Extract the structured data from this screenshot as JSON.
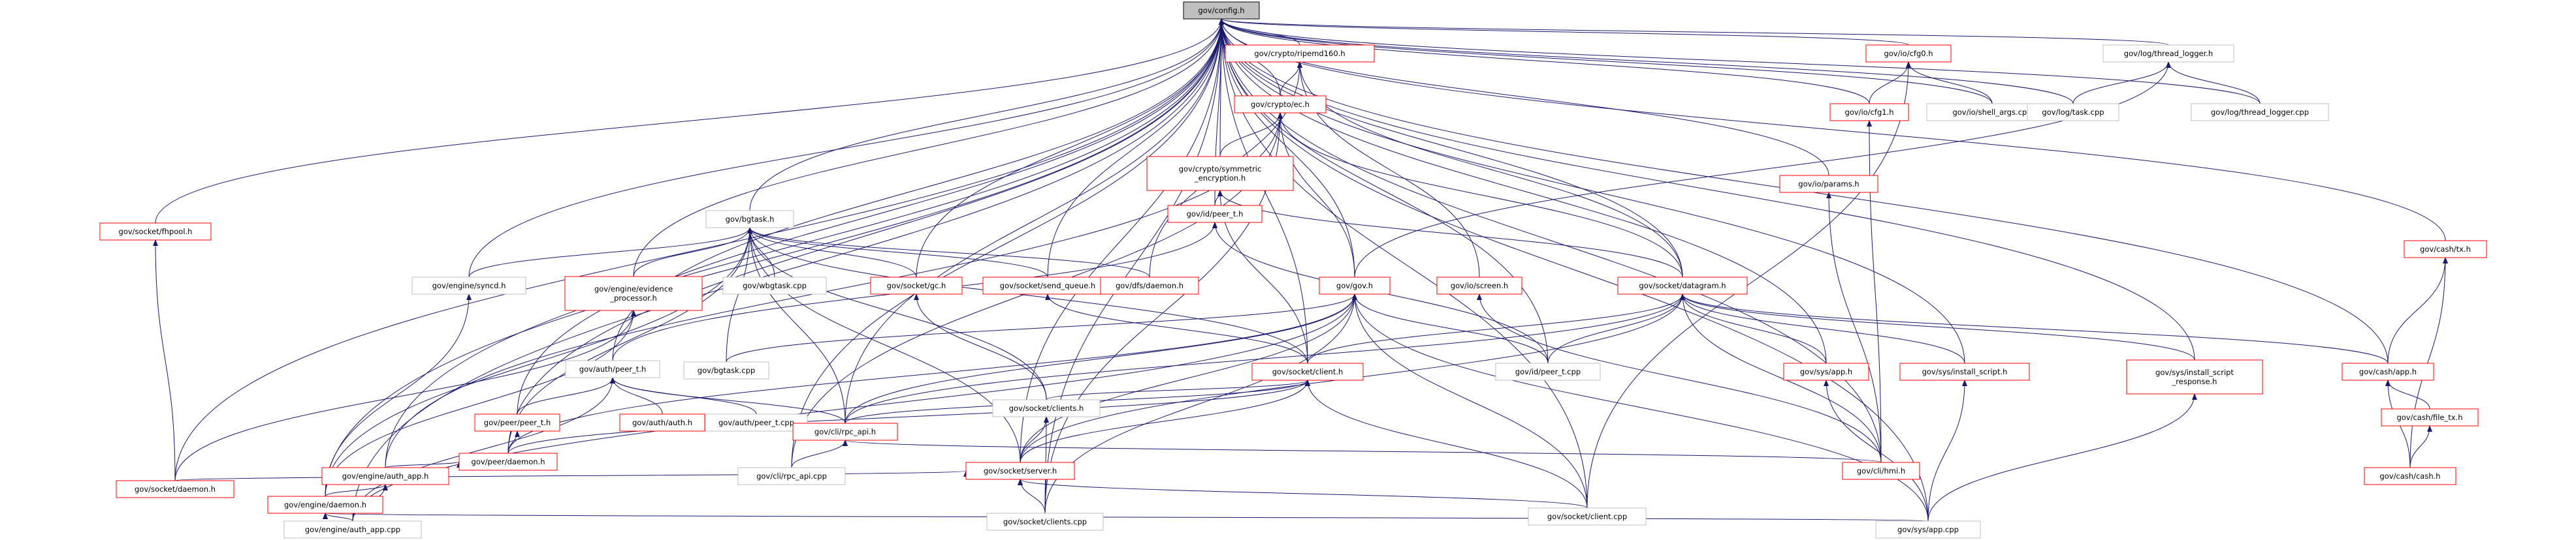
{
  "nodes": [
    {
      "id": "config",
      "lines": [
        "gov/config.h"
      ],
      "root": true
    },
    {
      "id": "ripemd",
      "lines": [
        "gov/crypto/ripemd160.h"
      ],
      "red": true
    },
    {
      "id": "iocfg0",
      "lines": [
        "gov/io/cfg0.h"
      ],
      "red": true
    },
    {
      "id": "thread_logger_h",
      "lines": [
        "gov/log/thread_logger.h"
      ]
    },
    {
      "id": "socket_fhpool",
      "lines": [
        "gov/socket/fhpool.h"
      ],
      "red": true
    },
    {
      "id": "crypto_ec",
      "lines": [
        "gov/crypto/ec.h"
      ],
      "red": true
    },
    {
      "id": "iocfg1",
      "lines": [
        "gov/io/cfg1.h"
      ],
      "red": true
    },
    {
      "id": "shell_args",
      "lines": [
        "gov/io/shell_args.cpp"
      ]
    },
    {
      "id": "logtask",
      "lines": [
        "gov/log/task.cpp"
      ]
    },
    {
      "id": "thread_logger_cpp",
      "lines": [
        "gov/log/thread_logger.cpp"
      ]
    },
    {
      "id": "bgtask_h",
      "lines": [
        "gov/bgtask.h"
      ]
    },
    {
      "id": "symmetric",
      "lines": [
        "gov/crypto/symmetric",
        "_encryption.h"
      ],
      "red": true
    },
    {
      "id": "io_params",
      "lines": [
        "gov/io/params.h"
      ],
      "red": true
    },
    {
      "id": "cash_tx",
      "lines": [
        "gov/cash/tx.h"
      ],
      "red": true
    },
    {
      "id": "engine_syncd",
      "lines": [
        "gov/engine/syncd.h"
      ]
    },
    {
      "id": "evidence",
      "lines": [
        "gov/engine/evidence",
        "_processor.h"
      ],
      "red": true
    },
    {
      "id": "wbgtask",
      "lines": [
        "gov/wbgtask.cpp"
      ]
    },
    {
      "id": "socket_gc",
      "lines": [
        "gov/socket/gc.h"
      ],
      "red": true
    },
    {
      "id": "send_queue",
      "lines": [
        "gov/socket/send_queue.h"
      ],
      "red": true
    },
    {
      "id": "dfs_daemon",
      "lines": [
        "gov/dfs/daemon.h"
      ],
      "red": true
    },
    {
      "id": "id_peer_t",
      "lines": [
        "gov/id/peer_t.h"
      ],
      "red": true
    },
    {
      "id": "gov_h",
      "lines": [
        "gov/gov.h"
      ],
      "red": true
    },
    {
      "id": "io_screen",
      "lines": [
        "gov/io/screen.h"
      ],
      "red": true
    },
    {
      "id": "datagram",
      "lines": [
        "gov/socket/datagram.h"
      ],
      "red": true
    },
    {
      "id": "bgtask_cpp",
      "lines": [
        "gov/bgtask.cpp"
      ]
    },
    {
      "id": "auth_peer_h",
      "lines": [
        "gov/auth/peer_t.h"
      ]
    },
    {
      "id": "socket_client_h",
      "lines": [
        "gov/socket/client.h"
      ],
      "red": true
    },
    {
      "id": "id_peer_cpp",
      "lines": [
        "gov/id/peer_t.cpp"
      ]
    },
    {
      "id": "sys_app_h",
      "lines": [
        "gov/sys/app.h"
      ],
      "red": true
    },
    {
      "id": "install_script",
      "lines": [
        "gov/sys/install_script.h"
      ],
      "red": true
    },
    {
      "id": "install_resp",
      "lines": [
        "gov/sys/install_script",
        "_response.h"
      ],
      "red": true
    },
    {
      "id": "cash_app_h",
      "lines": [
        "gov/cash/app.h"
      ],
      "red": true
    },
    {
      "id": "peer_peer",
      "lines": [
        "gov/peer/peer_t.h"
      ],
      "red": true
    },
    {
      "id": "auth_auth",
      "lines": [
        "gov/auth/auth.h"
      ],
      "red": true
    },
    {
      "id": "auth_peer_cpp",
      "lines": [
        "gov/auth/peer_t.cpp"
      ]
    },
    {
      "id": "rpc_api_h",
      "lines": [
        "gov/cli/rpc_api.h"
      ],
      "red": true
    },
    {
      "id": "socket_clients_h",
      "lines": [
        "gov/socket/clients.h"
      ]
    },
    {
      "id": "cash_file_tx",
      "lines": [
        "gov/cash/file_tx.h"
      ],
      "red": true
    },
    {
      "id": "peer_daemon",
      "lines": [
        "gov/peer/daemon.h"
      ],
      "red": true
    },
    {
      "id": "rpc_api_cpp",
      "lines": [
        "gov/cli/rpc_api.cpp"
      ]
    },
    {
      "id": "socket_server",
      "lines": [
        "gov/socket/server.h"
      ],
      "red": true
    },
    {
      "id": "cli_hmi",
      "lines": [
        "gov/cli/hmi.h"
      ],
      "red": true
    },
    {
      "id": "cash_cash",
      "lines": [
        "gov/cash/cash.h"
      ],
      "red": true
    },
    {
      "id": "socket_daemon",
      "lines": [
        "gov/socket/daemon.h"
      ],
      "red": true
    },
    {
      "id": "engine_auth_app",
      "lines": [
        "gov/engine/auth_app.h"
      ],
      "red": true
    },
    {
      "id": "socket_clients_cpp",
      "lines": [
        "gov/socket/clients.cpp"
      ]
    },
    {
      "id": "socket_client_cpp",
      "lines": [
        "gov/socket/client.cpp"
      ]
    },
    {
      "id": "engine_daemon",
      "lines": [
        "gov/engine/daemon.h"
      ],
      "red": true
    },
    {
      "id": "auth_app_cpp",
      "lines": [
        "gov/engine/auth_app.cpp"
      ]
    },
    {
      "id": "sys_app_cpp",
      "lines": [
        "gov/sys/app.cpp"
      ]
    }
  ],
  "edges": [
    [
      "ripemd",
      "config"
    ],
    [
      "iocfg0",
      "config"
    ],
    [
      "thread_logger_h",
      "config"
    ],
    [
      "socket_fhpool",
      "config"
    ],
    [
      "crypto_ec",
      "config"
    ],
    [
      "crypto_ec",
      "ripemd"
    ],
    [
      "iocfg1",
      "config"
    ],
    [
      "iocfg1",
      "iocfg0"
    ],
    [
      "shell_args",
      "config"
    ],
    [
      "shell_args",
      "iocfg0"
    ],
    [
      "logtask",
      "config"
    ],
    [
      "logtask",
      "thread_logger_h"
    ],
    [
      "thread_logger_cpp",
      "config"
    ],
    [
      "thread_logger_cpp",
      "thread_logger_h"
    ],
    [
      "bgtask_h",
      "config"
    ],
    [
      "symmetric",
      "config"
    ],
    [
      "symmetric",
      "crypto_ec"
    ],
    [
      "io_params",
      "config"
    ],
    [
      "cash_tx",
      "config"
    ],
    [
      "engine_syncd",
      "config"
    ],
    [
      "engine_syncd",
      "bgtask_h"
    ],
    [
      "evidence",
      "config"
    ],
    [
      "evidence",
      "bgtask_h"
    ],
    [
      "wbgtask",
      "bgtask_h"
    ],
    [
      "socket_gc",
      "config"
    ],
    [
      "socket_gc",
      "bgtask_h"
    ],
    [
      "send_queue",
      "config"
    ],
    [
      "send_queue",
      "bgtask_h"
    ],
    [
      "dfs_daemon",
      "bgtask_h"
    ],
    [
      "dfs_daemon",
      "ripemd"
    ],
    [
      "id_peer_t",
      "config"
    ],
    [
      "id_peer_t",
      "symmetric"
    ],
    [
      "gov_h",
      "config"
    ],
    [
      "gov_h",
      "thread_logger_h"
    ],
    [
      "gov_h",
      "crypto_ec"
    ],
    [
      "io_screen",
      "ripemd"
    ],
    [
      "datagram",
      "config"
    ],
    [
      "datagram",
      "ripemd"
    ],
    [
      "datagram",
      "crypto_ec"
    ],
    [
      "datagram",
      "symmetric"
    ],
    [
      "bgtask_cpp",
      "bgtask_h"
    ],
    [
      "bgtask_cpp",
      "gov_h"
    ],
    [
      "auth_peer_h",
      "config"
    ],
    [
      "auth_peer_h",
      "id_peer_t"
    ],
    [
      "socket_client_h",
      "config"
    ],
    [
      "socket_client_h",
      "bgtask_h"
    ],
    [
      "socket_client_h",
      "datagram"
    ],
    [
      "socket_client_h",
      "symmetric"
    ],
    [
      "socket_client_h",
      "send_queue"
    ],
    [
      "id_peer_cpp",
      "config"
    ],
    [
      "id_peer_cpp",
      "id_peer_t"
    ],
    [
      "id_peer_cpp",
      "gov_h"
    ],
    [
      "id_peer_cpp",
      "datagram"
    ],
    [
      "sys_app_h",
      "config"
    ],
    [
      "sys_app_h",
      "datagram"
    ],
    [
      "install_script",
      "config"
    ],
    [
      "install_script",
      "datagram"
    ],
    [
      "install_resp",
      "config"
    ],
    [
      "install_resp",
      "datagram"
    ],
    [
      "cash_app_h",
      "config"
    ],
    [
      "cash_app_h",
      "cash_tx"
    ],
    [
      "cash_app_h",
      "datagram"
    ],
    [
      "peer_peer",
      "config"
    ],
    [
      "peer_peer",
      "auth_peer_h"
    ],
    [
      "auth_auth",
      "auth_peer_h"
    ],
    [
      "auth_peer_cpp",
      "auth_peer_h"
    ],
    [
      "rpc_api_h",
      "config"
    ],
    [
      "rpc_api_h",
      "bgtask_h"
    ],
    [
      "rpc_api_h",
      "auth_peer_h"
    ],
    [
      "rpc_api_h",
      "gov_h"
    ],
    [
      "rpc_api_h",
      "socket_client_h"
    ],
    [
      "rpc_api_h",
      "datagram"
    ],
    [
      "socket_clients_h",
      "bgtask_h"
    ],
    [
      "socket_clients_h",
      "socket_client_h"
    ],
    [
      "socket_clients_h",
      "socket_gc"
    ],
    [
      "cash_file_tx",
      "cash_app_h"
    ],
    [
      "peer_daemon",
      "config"
    ],
    [
      "peer_daemon",
      "bgtask_h"
    ],
    [
      "peer_daemon",
      "peer_peer"
    ],
    [
      "peer_daemon",
      "socket_client_h"
    ],
    [
      "peer_daemon",
      "gov_h"
    ],
    [
      "rpc_api_cpp",
      "config"
    ],
    [
      "rpc_api_cpp",
      "rpc_api_h"
    ],
    [
      "rpc_api_cpp",
      "crypto_ec"
    ],
    [
      "socket_server",
      "config"
    ],
    [
      "socket_server",
      "bgtask_h"
    ],
    [
      "socket_server",
      "socket_client_h"
    ],
    [
      "socket_server",
      "socket_clients_h"
    ],
    [
      "socket_server",
      "datagram"
    ],
    [
      "socket_server",
      "gov_h"
    ],
    [
      "cli_hmi",
      "config"
    ],
    [
      "cli_hmi",
      "io_params"
    ],
    [
      "cli_hmi",
      "io_screen"
    ],
    [
      "cli_hmi",
      "iocfg1"
    ],
    [
      "cli_hmi",
      "datagram"
    ],
    [
      "cli_hmi",
      "rpc_api_h"
    ],
    [
      "cash_cash",
      "cash_file_tx"
    ],
    [
      "cash_cash",
      "cash_app_h"
    ],
    [
      "cash_cash",
      "cash_tx"
    ],
    [
      "socket_daemon",
      "config"
    ],
    [
      "socket_daemon",
      "socket_fhpool"
    ],
    [
      "socket_daemon",
      "socket_server"
    ],
    [
      "socket_daemon",
      "evidence"
    ],
    [
      "engine_auth_app",
      "config"
    ],
    [
      "engine_auth_app",
      "peer_daemon"
    ],
    [
      "engine_auth_app",
      "crypto_ec"
    ],
    [
      "socket_clients_cpp",
      "config"
    ],
    [
      "socket_clients_cpp",
      "socket_server"
    ],
    [
      "socket_clients_cpp",
      "socket_clients_h"
    ],
    [
      "socket_clients_cpp",
      "gov_h"
    ],
    [
      "socket_clients_cpp",
      "crypto_ec"
    ],
    [
      "socket_client_cpp",
      "config"
    ],
    [
      "socket_client_cpp",
      "socket_server"
    ],
    [
      "socket_client_cpp",
      "socket_client_h"
    ],
    [
      "socket_client_cpp",
      "gov_h"
    ],
    [
      "socket_client_cpp",
      "iocfg0"
    ],
    [
      "engine_daemon",
      "config"
    ],
    [
      "engine_daemon",
      "bgtask_h"
    ],
    [
      "engine_daemon",
      "engine_auth_app"
    ],
    [
      "engine_daemon",
      "engine_syncd"
    ],
    [
      "engine_daemon",
      "evidence"
    ],
    [
      "auth_app_cpp",
      "engine_auth_app"
    ],
    [
      "auth_app_cpp",
      "engine_daemon"
    ],
    [
      "auth_app_cpp",
      "gov_h"
    ],
    [
      "auth_app_cpp",
      "auth_peer_h"
    ],
    [
      "auth_app_cpp",
      "config"
    ],
    [
      "sys_app_cpp",
      "config"
    ],
    [
      "sys_app_cpp",
      "engine_daemon"
    ],
    [
      "sys_app_cpp",
      "gov_h"
    ],
    [
      "sys_app_cpp",
      "sys_app_h"
    ],
    [
      "sys_app_cpp",
      "install_script"
    ],
    [
      "sys_app_cpp",
      "install_resp"
    ]
  ]
}
